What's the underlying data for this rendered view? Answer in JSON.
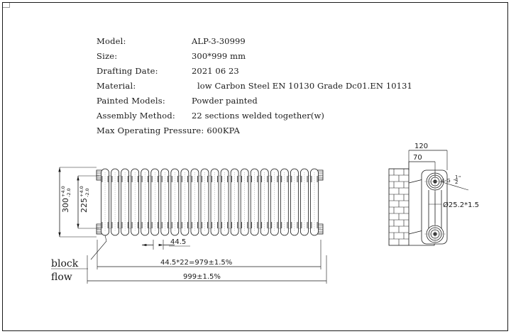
{
  "document": {
    "type": "technical-drawing",
    "title": "Radiator Technical Drawing ALP-3-30999"
  },
  "spec_sheet": {
    "rows": [
      {
        "label": "Model:",
        "value": "ALP-3-30999"
      },
      {
        "label": "Size:",
        "value": "300*999 mm"
      },
      {
        "label": "Drafting Date:",
        "value": "2021 06 23"
      },
      {
        "label": "Material:",
        "value": "low Carbon Steel   EN 10130 Grade Dc01.EN 10131"
      },
      {
        "label": "Painted Models:",
        "value": "Powder painted"
      },
      {
        "label": "Assembly Method:",
        "value": "22 sections welded together(w)"
      }
    ],
    "pressure_line": "Max Operating Pressure: 600KPA"
  },
  "front_view": {
    "name": "radiator-front-view",
    "section_count": 22,
    "height_overall": {
      "nominal": "300",
      "tol_upper": "+4.0",
      "tol_lower": "-2.0"
    },
    "height_centers": {
      "nominal": "225",
      "tol_upper": "+4.0",
      "tol_lower": "-2.0"
    },
    "pitch": "44.5",
    "pitch_total": "44.5*22=979±1.5%",
    "length_overall": "999±1.5%",
    "callout_block": "block",
    "callout_flow": "flow"
  },
  "side_view": {
    "name": "radiator-side-view",
    "depth_overall": "120",
    "depth_inner": "70",
    "thread_callout": "4-G",
    "thread_fraction_num": "1",
    "thread_fraction_den": "2",
    "thread_unit": "\"",
    "tube_callout": "Ø25.2*1.5",
    "wall_hatch": "brick-pattern"
  },
  "colors": {
    "line": "#1a1a1a",
    "grid": "#8c8c8c",
    "background": "#ffffff"
  }
}
